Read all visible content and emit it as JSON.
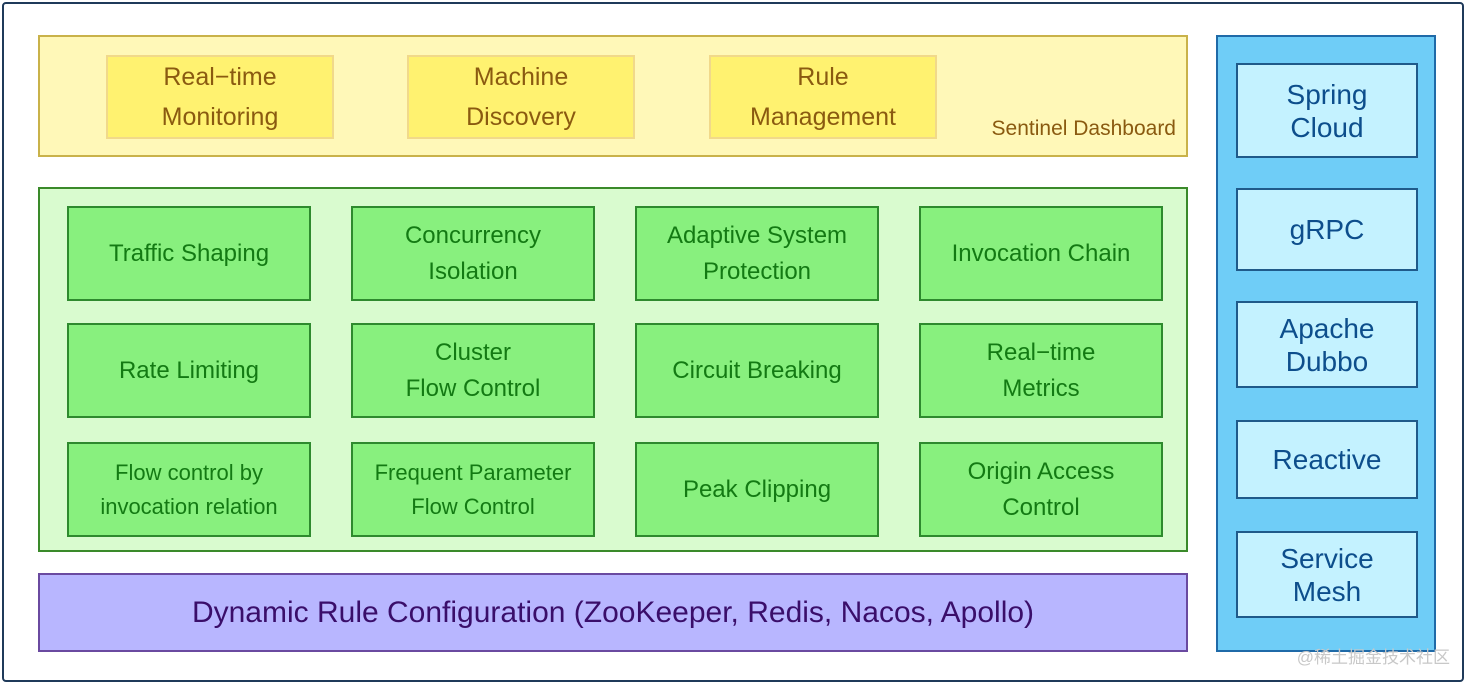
{
  "dashboard": {
    "items": [
      "Real−time\nMonitoring",
      "Machine\nDiscovery",
      "Rule\nManagement"
    ],
    "label": "Sentinel Dashboard"
  },
  "core": {
    "items": [
      "Traffic Shaping",
      "Concurrency\nIsolation",
      "Adaptive System\nProtection",
      "Invocation Chain",
      "Rate Limiting",
      "Cluster\nFlow Control",
      "Circuit Breaking",
      "Real−time\nMetrics",
      "Flow control by\ninvocation relation",
      "Frequent Parameter\nFlow Control",
      "Peak Clipping",
      "Origin Access\nControl"
    ]
  },
  "dynamic": {
    "label": "Dynamic Rule Configuration (ZooKeeper, Redis, Nacos, Apollo)"
  },
  "integrations": {
    "items": [
      "Spring\nCloud",
      "gRPC",
      "Apache\nDubbo",
      "Reactive",
      "Service\nMesh"
    ]
  },
  "watermark": "@稀土掘金技术社区"
}
